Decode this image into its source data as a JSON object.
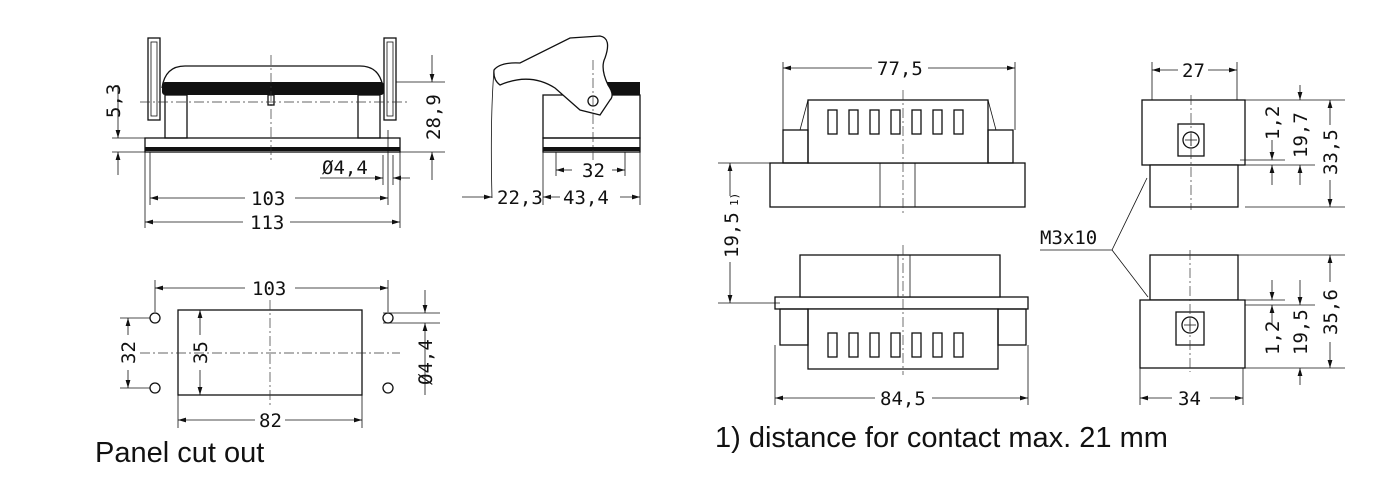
{
  "cover_front": {
    "dims": {
      "d5_3": "5,3",
      "d28_9": "28,9",
      "d4_4": "Ø4,4",
      "d103": "103",
      "d113": "113"
    }
  },
  "cover_side": {
    "dims": {
      "d32": "32",
      "d22_3": "22,3",
      "d43_4": "43,4"
    }
  },
  "panel_cutout": {
    "dims": {
      "d103": "103",
      "d82": "82",
      "d32": "32",
      "d35": "35",
      "d4_4": "Ø4,4"
    },
    "caption": "Panel cut out"
  },
  "insert_front": {
    "dims": {
      "d77_5": "77,5",
      "d84_5": "84,5",
      "d19_5": "19,5",
      "d19_5_note": "1)"
    }
  },
  "insert_side": {
    "dims": {
      "d27": "27",
      "d34": "34",
      "d1_2a": "1,2",
      "d19_7": "19,7",
      "d33_5": "33,5",
      "d1_2b": "1,2",
      "d19_5": "19,5",
      "d35_6": "35,6"
    },
    "screw_label": "M3x10"
  },
  "footnote": "1) distance for contact max. 21 mm"
}
